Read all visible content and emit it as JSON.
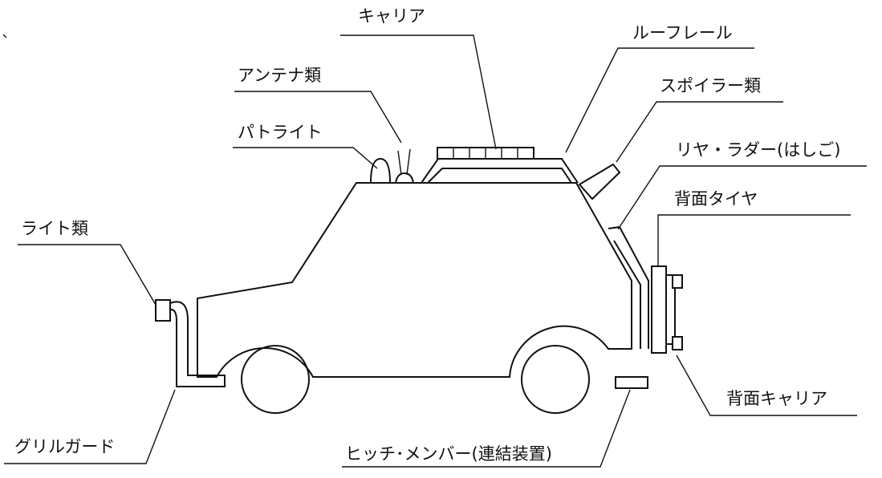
{
  "diagram": {
    "labels": {
      "carrier": "キャリア",
      "roof_rail": "ルーフレール",
      "antennas": "アンテナ類",
      "spoilers": "スポイラー類",
      "patrol_light": "パトライト",
      "rear_ladder": "リヤ・ラダー(はしご)",
      "spare_tire": "背面タイヤ",
      "lights": "ライト類",
      "grille_guard": "グリルガード",
      "hitch_member": "ヒッチ･メンバー(連結装置)",
      "rear_carrier": "背面キャリア"
    }
  }
}
